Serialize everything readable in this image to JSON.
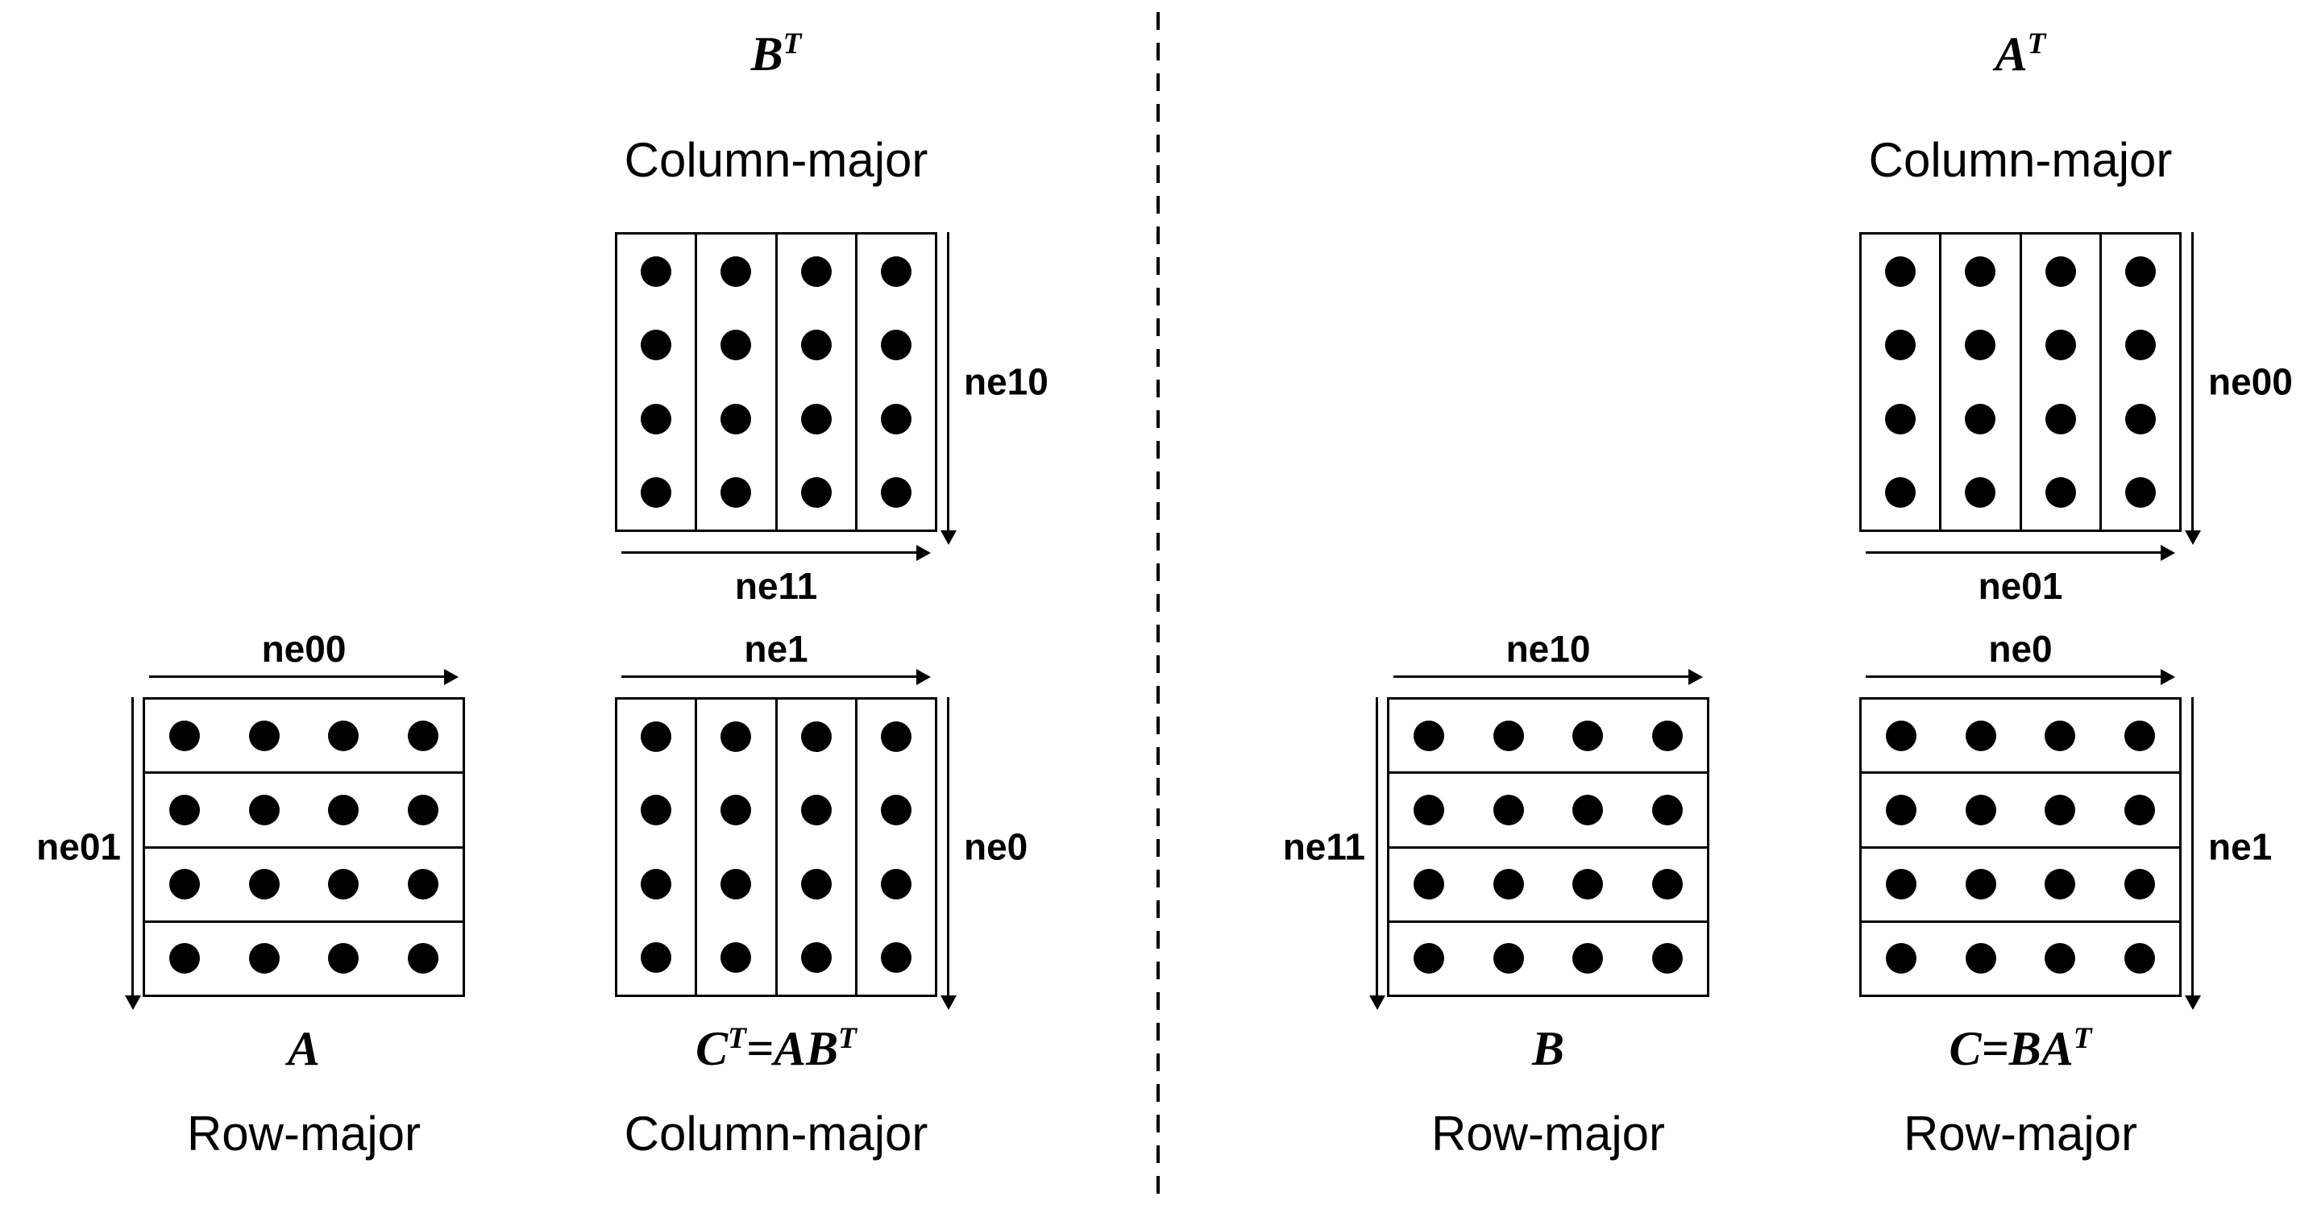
{
  "colors": {
    "background": "#ffffff",
    "ink": "#000000"
  },
  "matrix_grid": {
    "rows": 4,
    "cols": 4
  },
  "left_panel": {
    "bt": {
      "title": {
        "seg1": "B",
        "sup1": "T"
      },
      "subtitle": "Column-major",
      "right_label": "ne10",
      "bottom_label": "ne11"
    },
    "a": {
      "top_label": "ne00",
      "left_label": "ne01",
      "title": {
        "seg1": "A"
      },
      "subtitle": "Row-major"
    },
    "ct": {
      "top_label": "ne1",
      "right_label": "ne0",
      "title": {
        "seg1": "C",
        "sup1": "T",
        "seg2": "=AB",
        "sup2": "T"
      },
      "subtitle": "Column-major"
    }
  },
  "right_panel": {
    "at": {
      "title": {
        "seg1": "A",
        "sup1": "T"
      },
      "subtitle": "Column-major",
      "right_label": "ne00",
      "bottom_label": "ne01"
    },
    "b": {
      "top_label": "ne10",
      "left_label": "ne11",
      "title": {
        "seg1": "B"
      },
      "subtitle": "Row-major"
    },
    "c": {
      "top_label": "ne0",
      "right_label": "ne1",
      "title": {
        "seg1": "C=BA",
        "sup1": "T"
      },
      "subtitle": "Row-major"
    }
  }
}
